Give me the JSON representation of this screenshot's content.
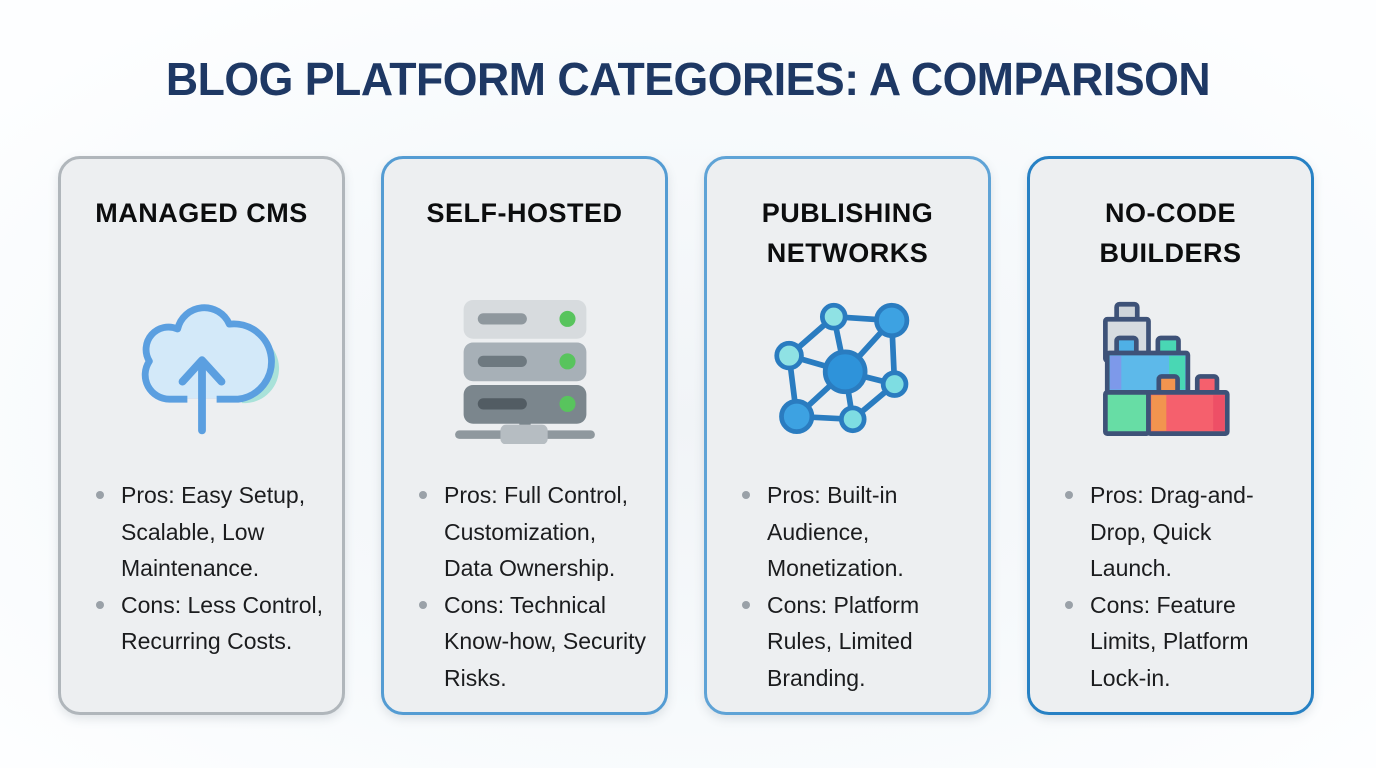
{
  "title": "BLOG PLATFORM CATEGORIES: A COMPARISON",
  "colors": {
    "title_text": "#1e3864",
    "card_background": "#edeff1",
    "body_text": "#1b1c1e",
    "bullet_dot": "#9aa1a8",
    "card_border_gray": "#b0b6bb",
    "card_border_blue": "#549cd3",
    "card_border_blue_light": "#5fa3d6",
    "card_border_blue_dark": "#2781c4"
  },
  "cards": [
    {
      "id": "managed-cms",
      "title": "MANAGED CMS",
      "icon": "cloud-upload-icon",
      "border_color": "#b0b6bb",
      "bullets": [
        "Pros: Easy Setup, Scalable, Low Maintenance.",
        "Cons: Less Control, Recurring Costs."
      ]
    },
    {
      "id": "self-hosted",
      "title": "SELF-HOSTED",
      "icon": "server-stack-icon",
      "border_color": "#549cd3",
      "bullets": [
        "Pros: Full Control, Customization, Data Ownership.",
        "Cons: Technical Know-how, Security Risks."
      ]
    },
    {
      "id": "publishing-networks",
      "title": "PUBLISHING NETWORKS",
      "icon": "network-nodes-icon",
      "border_color": "#5fa3d6",
      "bullets": [
        "Pros: Built-in Audience, Monetization.",
        "Cons: Platform Rules, Limited Branding."
      ]
    },
    {
      "id": "no-code-builders",
      "title": "NO-CODE BUILDERS",
      "icon": "building-blocks-icon",
      "border_color": "#2781c4",
      "bullets": [
        "Pros: Drag-and-Drop, Quick Launch.",
        "Cons: Feature Limits, Platform Lock-in."
      ]
    }
  ]
}
